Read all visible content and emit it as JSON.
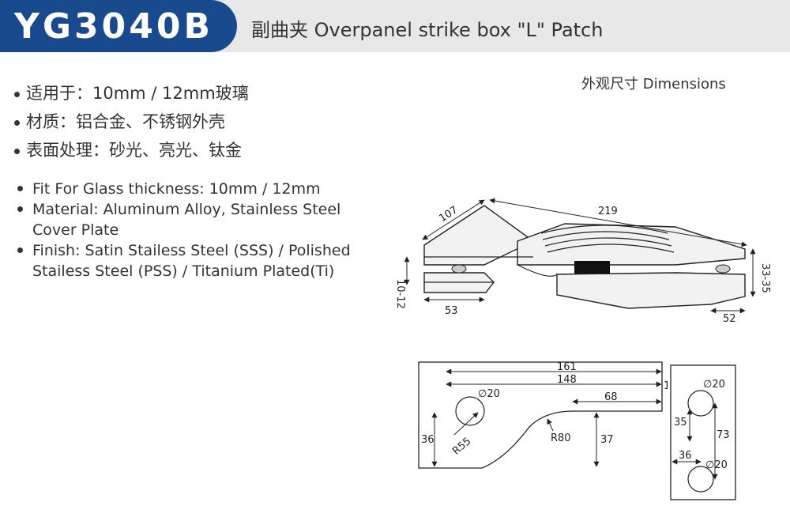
{
  "header": {
    "model_code": "YG3040B",
    "product_title": "副曲夹 Overpanel strike box \"L\" Patch"
  },
  "specs_cn": [
    "适用于：10mm / 12mm玻璃",
    "材质：铝合金、不锈钢外壳",
    "表面处理：砂光、亮光、钛金"
  ],
  "specs_en": [
    "Fit For Glass thickness: 10mm / 12mm",
    "Material: Aluminum Alloy, Stainless Steel Cover Plate",
    "Finish: Satin Stailess Steel (SSS) / Polished Stailess Steel (PSS) / Titanium Plated(Ti)"
  ],
  "dimensions": {
    "heading": "外观尺寸 Dimensions",
    "iso": {
      "w107": "107",
      "w219": "219",
      "h33_35": "33-35",
      "h10_12": "10-12",
      "w53": "53",
      "w52": "52"
    },
    "plan": {
      "d161": "161",
      "d148": "148",
      "d68": "68",
      "d1": "1",
      "d20a": "∅20",
      "d36": "36",
      "r55": "R55",
      "r80": "R80",
      "d37": "37"
    },
    "side": {
      "d20b": "∅20",
      "d35": "35",
      "d73": "73",
      "d36": "36",
      "d20c": "∅20"
    }
  }
}
